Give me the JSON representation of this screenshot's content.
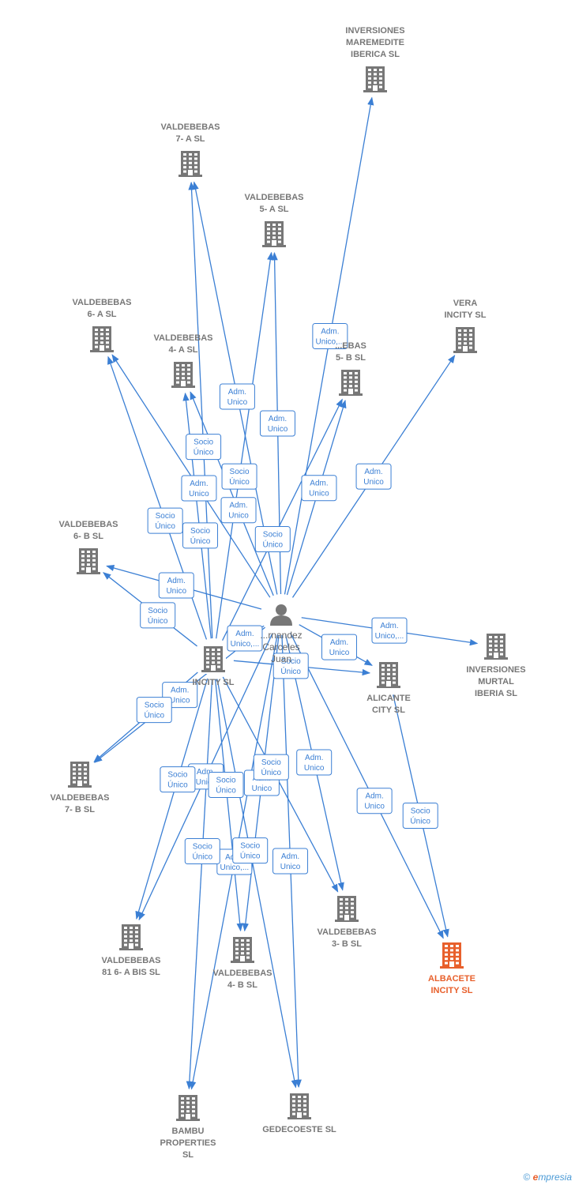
{
  "colors": {
    "edge": "#3b7fd4",
    "company": "#777777",
    "focus": "#e8602c",
    "person": "#777777"
  },
  "people": [
    {
      "id": "p1",
      "lines": [
        "...rnandez",
        "Carceles",
        "Juan"
      ],
      "icon": "person-icon"
    }
  ],
  "companies": [
    {
      "id": "inv_maremedite",
      "lines": [
        "INVERSIONES",
        "MAREMEDITE",
        "IBERICA  SL"
      ],
      "icon": "building-icon"
    },
    {
      "id": "valdebebas_7a",
      "lines": [
        "VALDEBEBAS",
        "7- A  SL"
      ],
      "icon": "building-icon"
    },
    {
      "id": "valdebebas_5a",
      "lines": [
        "VALDEBEBAS",
        "5- A  SL"
      ],
      "icon": "building-icon"
    },
    {
      "id": "valdebebas_6a",
      "lines": [
        "VALDEBEBAS",
        "6- A  SL"
      ],
      "icon": "building-icon"
    },
    {
      "id": "valdebebas_4a",
      "lines": [
        "VALDEBEBAS",
        "4- A  SL"
      ],
      "icon": "building-icon"
    },
    {
      "id": "valdebebas_5b",
      "lines": [
        "...EBAS",
        "5- B  SL"
      ],
      "icon": "building-icon"
    },
    {
      "id": "vera_incity",
      "lines": [
        "VERA",
        "INCITY  SL"
      ],
      "icon": "building-icon"
    },
    {
      "id": "valdebebas_6b",
      "lines": [
        "VALDEBEBAS",
        "6- B  SL"
      ],
      "icon": "building-icon"
    },
    {
      "id": "incity",
      "lines": [
        "INCITY SL"
      ],
      "icon": "building-icon"
    },
    {
      "id": "inv_murtal",
      "lines": [
        "INVERSIONES",
        "MURTAL",
        "IBERIA  SL"
      ],
      "icon": "building-icon"
    },
    {
      "id": "alicante_city",
      "lines": [
        "ALICANTE",
        "CITY  SL"
      ],
      "icon": "building-icon"
    },
    {
      "id": "valdebebas_7b",
      "lines": [
        "VALDEBEBAS",
        "7- B  SL"
      ],
      "icon": "building-icon"
    },
    {
      "id": "valdebebas_3b",
      "lines": [
        "VALDEBEBAS",
        "3- B  SL"
      ],
      "icon": "building-icon"
    },
    {
      "id": "valdebebas_81_6a_bis",
      "lines": [
        "VALDEBEBAS",
        "81 6- A BIS  SL"
      ],
      "icon": "building-icon"
    },
    {
      "id": "valdebebas_4b",
      "lines": [
        "VALDEBEBAS",
        "4- B  SL"
      ],
      "icon": "building-icon"
    },
    {
      "id": "albacete_incity",
      "lines": [
        "ALBACETE",
        "INCITY  SL"
      ],
      "icon": "building-icon",
      "focus": true
    },
    {
      "id": "bambu",
      "lines": [
        "BAMBU",
        "PROPERTIES",
        "SL"
      ],
      "icon": "building-icon"
    },
    {
      "id": "gedecoeste",
      "lines": [
        "GEDECOESTE SL"
      ],
      "icon": "building-icon"
    }
  ],
  "edges": [
    {
      "from": "p1",
      "to": "inv_maremedite",
      "label": [
        "Adm.",
        "Unico,..."
      ]
    },
    {
      "from": "p1",
      "to": "valdebebas_7a",
      "label": [
        "Adm.",
        "Unico"
      ]
    },
    {
      "from": "p1",
      "to": "valdebebas_5a",
      "label": [
        "Adm.",
        "Unico"
      ]
    },
    {
      "from": "p1",
      "to": "valdebebas_6a",
      "label": [
        "Adm.",
        "Unico"
      ]
    },
    {
      "from": "p1",
      "to": "valdebebas_4a",
      "label": [
        "Adm.",
        "Unico"
      ]
    },
    {
      "from": "p1",
      "to": "valdebebas_5b",
      "label": [
        "Adm.",
        "Unico"
      ]
    },
    {
      "from": "p1",
      "to": "vera_incity",
      "label": [
        "Adm.",
        "Unico"
      ]
    },
    {
      "from": "p1",
      "to": "valdebebas_6b",
      "label": [
        "Adm.",
        "Unico"
      ]
    },
    {
      "from": "p1",
      "to": "inv_murtal",
      "label": [
        "Adm.",
        "Unico,..."
      ]
    },
    {
      "from": "p1",
      "to": "alicante_city",
      "label": [
        "Adm.",
        "Unico"
      ]
    },
    {
      "from": "p1",
      "to": "incity",
      "label": [
        "Adm.",
        "Unico,..."
      ]
    },
    {
      "from": "p1",
      "to": "valdebebas_7b",
      "label": [
        "Adm.",
        "Unico"
      ]
    },
    {
      "from": "p1",
      "to": "valdebebas_81_6a_bis",
      "label": [
        "Adm.",
        "Unico"
      ]
    },
    {
      "from": "p1",
      "to": "valdebebas_4b",
      "label": [
        "Adm.",
        "Unico"
      ]
    },
    {
      "from": "p1",
      "to": "valdebebas_3b",
      "label": [
        "Adm.",
        "Unico"
      ]
    },
    {
      "from": "p1",
      "to": "albacete_incity",
      "label": [
        "Adm.",
        "Unico"
      ]
    },
    {
      "from": "p1",
      "to": "bambu",
      "label": [
        "Adm.",
        "Unico,..."
      ]
    },
    {
      "from": "p1",
      "to": "gedecoeste",
      "label": [
        "Adm.",
        "Unico"
      ]
    },
    {
      "from": "incity",
      "to": "valdebebas_7a",
      "label": [
        "Socio",
        "Único"
      ]
    },
    {
      "from": "incity",
      "to": "valdebebas_5a",
      "label": [
        "Socio",
        "Único"
      ]
    },
    {
      "from": "incity",
      "to": "valdebebas_6a",
      "label": [
        "Socio",
        "Único"
      ]
    },
    {
      "from": "incity",
      "to": "valdebebas_4a",
      "label": [
        "Socio",
        "Único"
      ]
    },
    {
      "from": "incity",
      "to": "valdebebas_5b",
      "label": [
        "Socio",
        "Único"
      ]
    },
    {
      "from": "incity",
      "to": "valdebebas_6b",
      "label": [
        "Socio",
        "Único"
      ]
    },
    {
      "from": "incity",
      "to": "alicante_city",
      "label": [
        "Socio",
        "Único"
      ]
    },
    {
      "from": "incity",
      "to": "valdebebas_7b",
      "label": [
        "Socio",
        "Único"
      ]
    },
    {
      "from": "incity",
      "to": "valdebebas_81_6a_bis",
      "label": [
        "Socio",
        "Único"
      ]
    },
    {
      "from": "incity",
      "to": "valdebebas_4b",
      "label": [
        "Socio",
        "Único"
      ]
    },
    {
      "from": "incity",
      "to": "valdebebas_3b",
      "label": [
        "Socio",
        "Único"
      ]
    },
    {
      "from": "incity",
      "to": "bambu",
      "label": [
        "Socio",
        "Único"
      ]
    },
    {
      "from": "incity",
      "to": "gedecoeste",
      "label": [
        "Socio",
        "Único"
      ]
    },
    {
      "from": "alicante_city",
      "to": "albacete_incity",
      "label": [
        "Socio",
        "Único"
      ]
    }
  ],
  "copyright": {
    "symbol": "©",
    "brand_initial": "e",
    "brand_rest": "mpresia"
  }
}
